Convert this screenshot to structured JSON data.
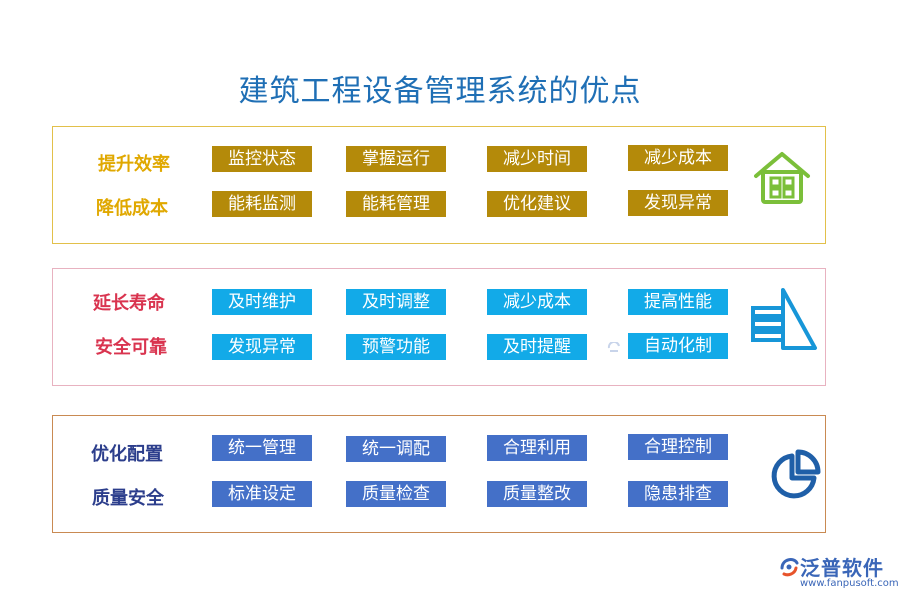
{
  "title": "建筑工程设备管理系统的优点",
  "panels": [
    {
      "labels": [
        "提升效率",
        "降低成本"
      ],
      "label_color": "#e0a800",
      "tag_color": "#b48a0a",
      "rows": [
        [
          "监控状态",
          "掌握运行",
          "减少时间",
          "减少成本"
        ],
        [
          "能耗监测",
          "能耗管理",
          "优化建议",
          "发现异常"
        ]
      ],
      "icon": "house-icon",
      "icon_color": "#7bbf3a"
    },
    {
      "labels": [
        "延长寿命",
        "安全可靠"
      ],
      "label_color": "#d9344f",
      "tag_color": "#12aae8",
      "rows": [
        [
          "及时维护",
          "及时调整",
          "减少成本",
          "提高性能"
        ],
        [
          "发现异常",
          "预警功能",
          "及时提醒",
          "自动化制"
        ]
      ],
      "icon": "stacked-layers-icon",
      "icon_color": "#1796d8"
    },
    {
      "labels": [
        "优化配置",
        "质量安全"
      ],
      "label_color": "#2c3e8c",
      "tag_color": "#4470c8",
      "rows": [
        [
          "统一管理",
          "统一调配",
          "合理利用",
          "合理控制"
        ],
        [
          "标准设定",
          "质量检查",
          "质量整改",
          "隐患排查"
        ]
      ],
      "icon": "pie-chart-icon",
      "icon_color": "#1f5fa8"
    }
  ],
  "brand": {
    "name": "泛普软件",
    "url": "www.fanpusoft.com",
    "color": "#3a66b8"
  }
}
